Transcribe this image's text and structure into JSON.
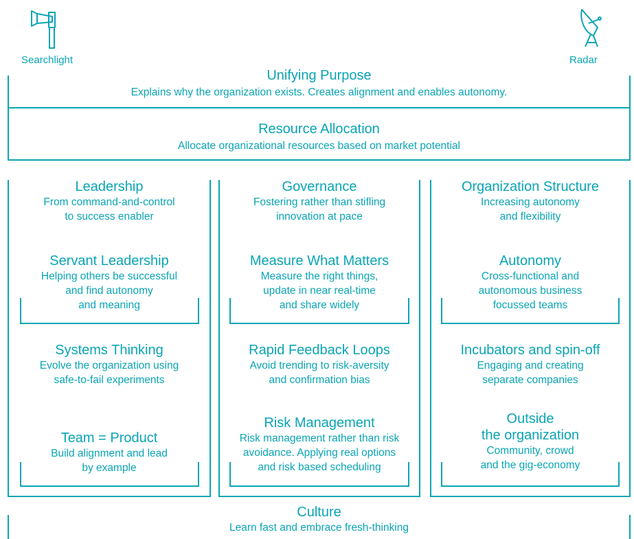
{
  "icons": {
    "left": {
      "name": "searchlight-icon",
      "label": "Searchlight"
    },
    "right": {
      "name": "radar-icon",
      "label": "Radar"
    }
  },
  "purpose": {
    "title": "Unifying Purpose",
    "desc": "Explains why the organization exists. Creates alignment and enables autonomy."
  },
  "resource": {
    "title": "Resource Allocation",
    "desc": "Allocate organizational resources based on market potential"
  },
  "columns": [
    {
      "items": [
        {
          "title": "Leadership",
          "desc": [
            "From command-and-control",
            "to success enabler"
          ]
        },
        {
          "title": "Servant Leadership",
          "desc": [
            "Helping others be successful",
            "and find autonomy",
            "and meaning"
          ]
        },
        {
          "title": "Systems Thinking",
          "desc": [
            "Evolve the organization using",
            "safe-to-fail experiments"
          ]
        },
        {
          "title": "Team = Product",
          "desc": [
            "Build alignment and lead",
            "by example"
          ]
        }
      ]
    },
    {
      "items": [
        {
          "title": "Governance",
          "desc": [
            "Fostering rather than stifling",
            "innovation at pace"
          ]
        },
        {
          "title": "Measure What Matters",
          "desc": [
            "Measure the right things,",
            "update in near real-time",
            "and share widely"
          ]
        },
        {
          "title": "Rapid Feedback Loops",
          "desc": [
            "Avoid trending to risk-aversity",
            "and confirmation bias"
          ]
        },
        {
          "title": "Risk Management",
          "desc": [
            "Risk management rather than risk",
            "avoidance. Applying real options",
            "and risk based scheduling"
          ]
        }
      ]
    },
    {
      "items": [
        {
          "title": "Organization Structure",
          "desc": [
            "Increasing autonomy",
            "and flexibility"
          ]
        },
        {
          "title": "Autonomy",
          "desc": [
            "Cross-functional and",
            "autonomous business",
            "focussed teams"
          ]
        },
        {
          "title": "Incubators and spin-off",
          "desc": [
            "Engaging and creating",
            "separate companies"
          ]
        },
        {
          "title": "Outside",
          "title2": "the organization",
          "desc": [
            "Community, crowd",
            "and the gig-economy"
          ]
        }
      ]
    }
  ],
  "culture": {
    "title": "Culture",
    "desc": "Learn fast and embrace fresh-thinking"
  },
  "colors": {
    "accent": "#0aa5b5"
  }
}
